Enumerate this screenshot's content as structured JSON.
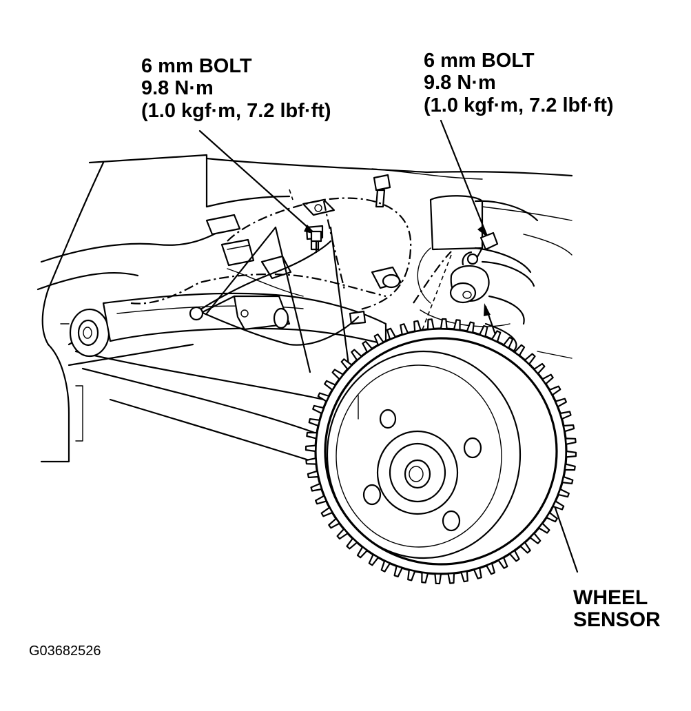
{
  "callouts": {
    "bolt_left": {
      "line1": "6 mm BOLT",
      "line2": "9.8 N·m",
      "line3": "(1.0 kgf·m, 7.2 lbf·ft)"
    },
    "bolt_right": {
      "line1": "6 mm BOLT",
      "line2": "9.8 N·m",
      "line3": "(1.0 kgf·m, 7.2 lbf·ft)"
    },
    "wheel_sensor": {
      "line1": "WHEEL",
      "line2": "SENSOR"
    }
  },
  "figure_id": "G03682526",
  "colors": {
    "ink": "#000000",
    "paper": "#ffffff"
  }
}
